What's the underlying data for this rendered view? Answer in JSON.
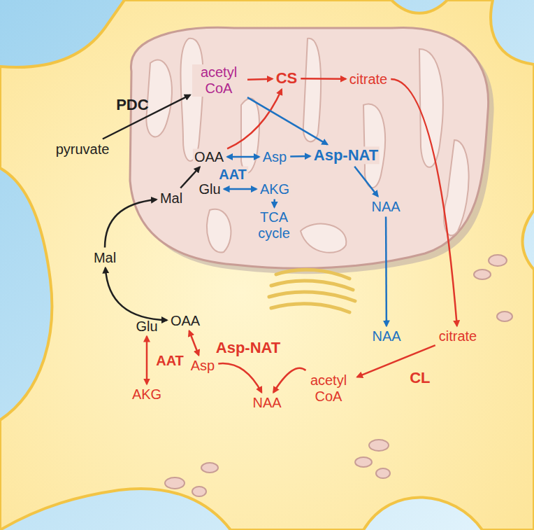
{
  "diagram": {
    "nodes": [
      {
        "text": [
          "pyruvate"
        ]
      },
      {
        "text": [
          "acetyl CoA"
        ]
      },
      {
        "text": [
          "CS"
        ]
      },
      {
        "text": [
          "citrate"
        ]
      },
      {
        "text": [
          "OAA"
        ]
      },
      {
        "text": [
          "Asp"
        ]
      },
      {
        "text": [
          "Asp-NAT"
        ]
      },
      {
        "text": [
          "Glu"
        ]
      },
      {
        "text": [
          "AKG"
        ]
      },
      {
        "text": [
          "TCA cycle"
        ]
      },
      {
        "text": [
          "Mal"
        ]
      },
      {
        "text": [
          "NAA"
        ]
      },
      {
        "text": [
          "Mal"
        ]
      },
      {
        "text": [
          "OAA"
        ]
      },
      {
        "text": [
          "Glu"
        ]
      },
      {
        "text": [
          "Asp"
        ]
      },
      {
        "text": [
          "AKG"
        ]
      },
      {
        "text": [
          "NAA"
        ]
      },
      {
        "text": [
          "citrate"
        ]
      },
      {
        "text": [
          "acetyl CoA"
        ]
      },
      {
        "text": [
          "NAA"
        ]
      }
    ],
    "edges": [
      {
        "from": 0,
        "to": 1,
        "arrow": "to",
        "label": "PDC"
      },
      {
        "from": 1,
        "to": 2,
        "arrow": "to"
      },
      {
        "from": 2,
        "to": 3,
        "arrow": "to"
      },
      {
        "from": 4,
        "to": 2,
        "arrow": "to"
      },
      {
        "from": 4,
        "to": 5,
        "arrow": "both"
      },
      {
        "from": 7,
        "to": 8,
        "arrow": "both"
      },
      {
        "from": 1,
        "to": 6,
        "arrow": "to"
      },
      {
        "from": 5,
        "to": 6,
        "arrow": "to"
      },
      {
        "from": 6,
        "to": 11,
        "arrow": "to"
      },
      {
        "from": 8,
        "to": 9,
        "arrow": "to"
      },
      {
        "from": 10,
        "to": 4,
        "arrow": "to"
      },
      {
        "from": 12,
        "to": 10,
        "arrow": "to"
      },
      {
        "from": 12,
        "to": 13,
        "arrow": "both"
      },
      {
        "from": 11,
        "to": 17,
        "arrow": "to"
      },
      {
        "from": 3,
        "to": 18,
        "arrow": "to"
      },
      {
        "from": 18,
        "to": 19,
        "arrow": "to",
        "label": "CL"
      },
      {
        "from": 14,
        "to": 16,
        "arrow": "both"
      },
      {
        "from": 13,
        "to": 15,
        "arrow": "both"
      },
      {
        "from": 15,
        "to": 20,
        "arrow": "to"
      },
      {
        "from": 19,
        "to": 20,
        "arrow": "to"
      }
    ],
    "labels": [
      "AAT",
      "AAT",
      "Asp-NAT"
    ]
  }
}
